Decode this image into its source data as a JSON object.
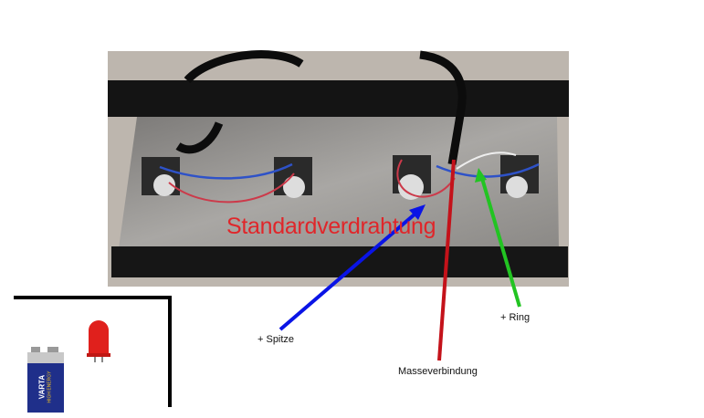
{
  "photo": {
    "title": "Standardverdrahtung"
  },
  "labels": {
    "tip": "+ Spitze",
    "ring": "+ Ring",
    "ground": "Masseverbindung"
  },
  "battery": {
    "brand": "VARTA",
    "subtitle": "HIGH ENERGY"
  },
  "colors": {
    "tip_line": "#0a14e6",
    "ring_line": "#22c422",
    "ground_line": "#c4121a",
    "title": "#e0262a"
  }
}
